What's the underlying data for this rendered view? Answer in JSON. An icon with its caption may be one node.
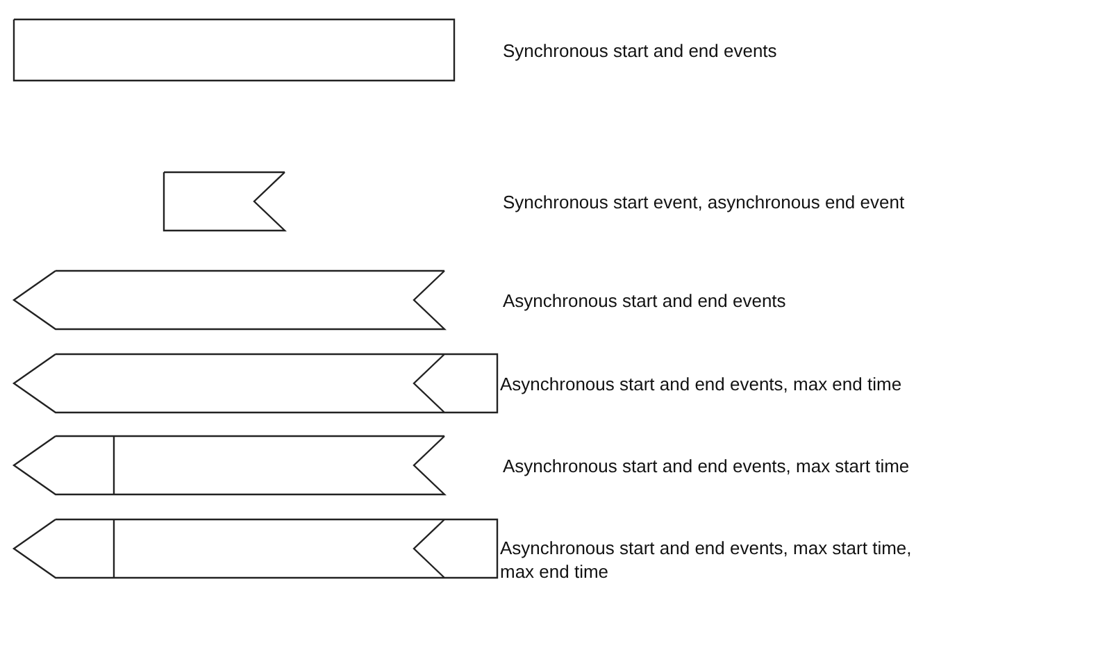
{
  "diagram": {
    "legend": [
      {
        "text": "Synchronous start and end events"
      },
      {
        "text": "Synchronous start event, asynchronous end event"
      },
      {
        "text": "Asynchronous start and end events"
      },
      {
        "text": "Asynchronous start and end events, max end time"
      },
      {
        "text": "Asynchronous start and end events, max start time"
      },
      {
        "text": "Asynchronous start and end events, max start time, max end time"
      }
    ]
  }
}
